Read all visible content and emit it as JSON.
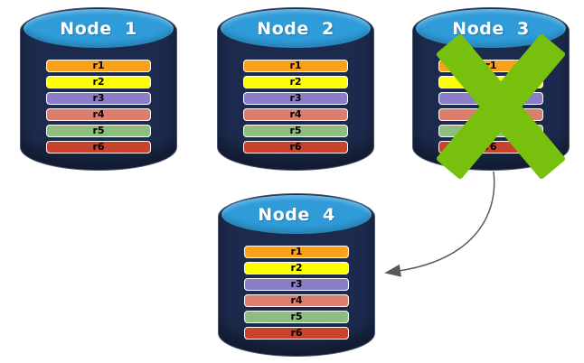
{
  "diagram": {
    "description": "Database replication diagram: four database nodes each holding rows r1-r6; Node 3 has failed (crossed out) and its data is redirected to Node 4"
  },
  "colors": {
    "background": "#FFFFFF",
    "cylinder_body": "#1C2B4D",
    "cylinder_top": "#2F9CD9",
    "node_label_text": "#FFFFFF",
    "row_border": "#FFFFFF",
    "row_text": "#000000",
    "failure_x": "#77C00D",
    "arrow": "#595959"
  },
  "rows": [
    {
      "label": "r1",
      "color": "#F9A11B"
    },
    {
      "label": "r2",
      "color": "#FDFF00"
    },
    {
      "label": "r3",
      "color": "#8B7EC8"
    },
    {
      "label": "r4",
      "color": "#DC7E6D"
    },
    {
      "label": "r5",
      "color": "#8FBC7F"
    },
    {
      "label": "r6",
      "color": "#C8432B"
    }
  ],
  "nodes": [
    {
      "label": "Node  1",
      "failed": false
    },
    {
      "label": "Node  2",
      "failed": false
    },
    {
      "label": "Node  3",
      "failed": true
    },
    {
      "label": "Node  4",
      "failed": false
    }
  ],
  "icons": {
    "failure_mark": "x-cross-icon",
    "redirect_arrow": "curved-arrow-icon"
  }
}
